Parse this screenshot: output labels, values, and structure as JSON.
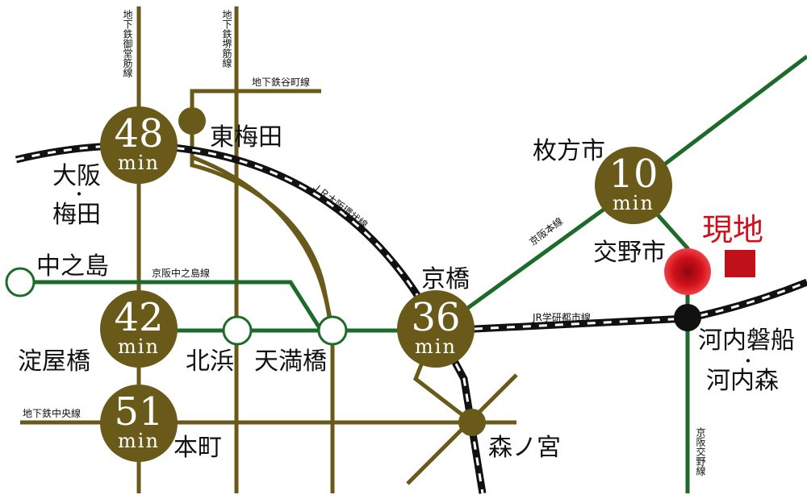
{
  "colors": {
    "olive": "#6a5a1a",
    "green": "#1d6b2a",
    "rail": "#111111",
    "here": "#d0101a",
    "label": "#111111"
  },
  "map": {
    "lines": {
      "midosuji": "地下鉄御堂筋線",
      "sakaisuji": "地下鉄堺筋線",
      "tanimachi": "地下鉄谷町線",
      "jr_loop": "ＪＲ大阪環状線",
      "keihan_nakanoshima": "京阪中之島線",
      "keihan_main": "京阪本線",
      "jr_gakkentoshi": "JR学研都市線",
      "chuo": "地下鉄中央線",
      "keihan_katano": "京阪交野線"
    },
    "stations": {
      "higashi_umeda": "東梅田",
      "osaka": "大阪",
      "dot1": "・",
      "umeda": "梅田",
      "nakanoshima": "中之島",
      "yodoyabashi": "淀屋橋",
      "kitahama": "北浜",
      "tenmabashi": "天満橋",
      "kyobashi": "京橋",
      "morinomiya": "森ノ宮",
      "honmachi": "本町",
      "hirakatashi": "枚方市",
      "katanoshi": "交野市",
      "kawachi_iwafune": "河内磐船",
      "dot2": "・",
      "kawachi_mori": "河内森"
    },
    "times": {
      "umeda": {
        "value": "48",
        "unit": "min"
      },
      "yodoyabashi": {
        "value": "42",
        "unit": "min"
      },
      "honmachi": {
        "value": "51",
        "unit": "min"
      },
      "kyobashi": {
        "value": "36",
        "unit": "min"
      },
      "hirakatashi": {
        "value": "10",
        "unit": "min"
      }
    },
    "here": "現地"
  }
}
